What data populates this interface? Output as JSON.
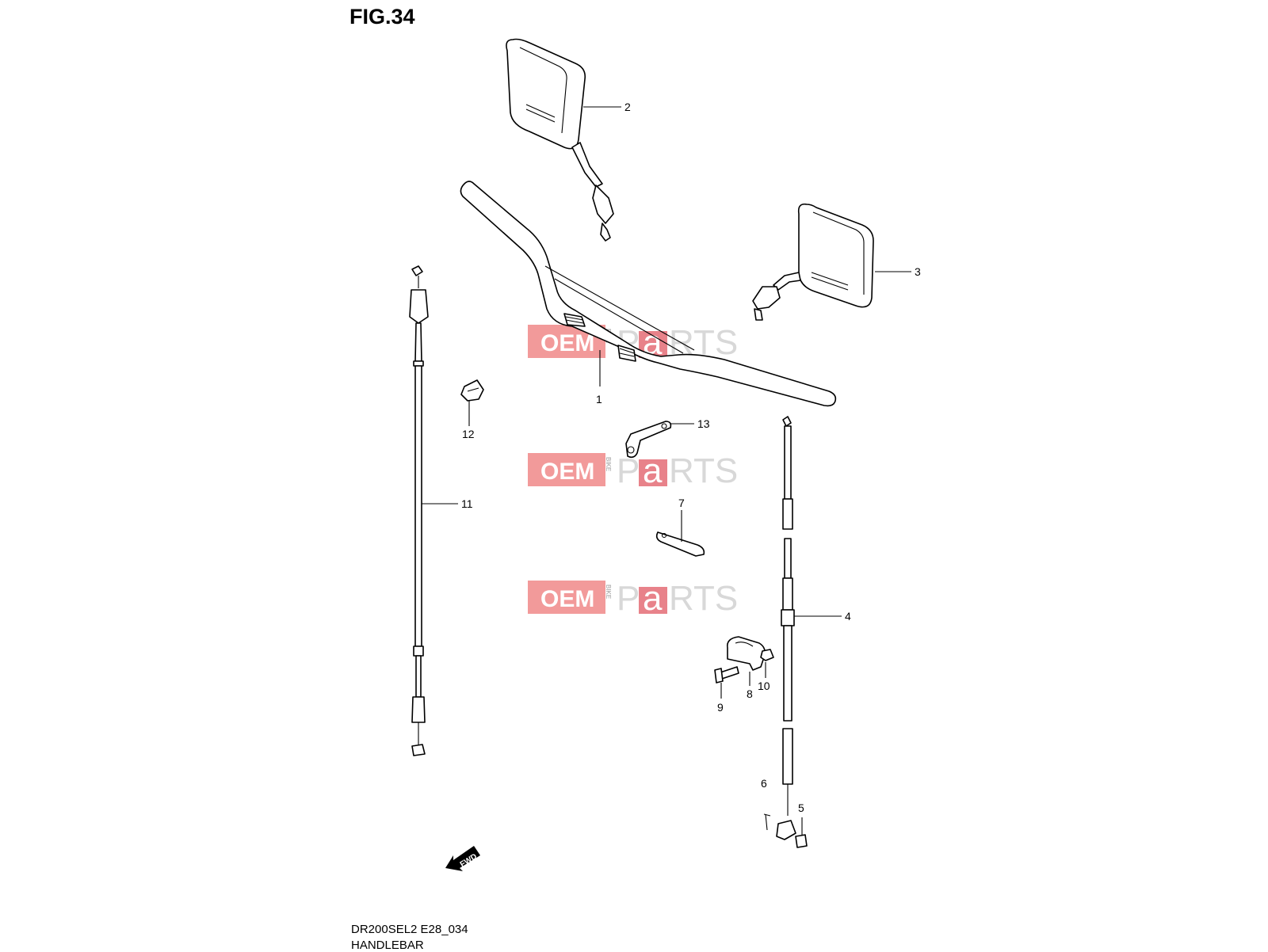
{
  "figure": {
    "title": "FIG.34",
    "model_code": "DR200SEL2 E28_034",
    "section_name": "HANDLEBAR"
  },
  "watermark": {
    "oem": "OEM",
    "bike": "BIKE",
    "parts_prefix": "P",
    "parts_a": "a",
    "parts_suffix": "RTS",
    "colors": {
      "oem_bg": "#f29a9a",
      "a_bg": "#e8828a",
      "text": "#d8d8d8"
    }
  },
  "callouts": {
    "c1": "1",
    "c2": "2",
    "c3": "3",
    "c4": "4",
    "c5": "5",
    "c6": "6",
    "c7": "7",
    "c8": "8",
    "c9": "9",
    "c10": "10",
    "c11": "11",
    "c12": "12",
    "c13": "13"
  },
  "fwd_label": "FWD",
  "icons": {
    "direction": "fwd-arrow-icon"
  }
}
